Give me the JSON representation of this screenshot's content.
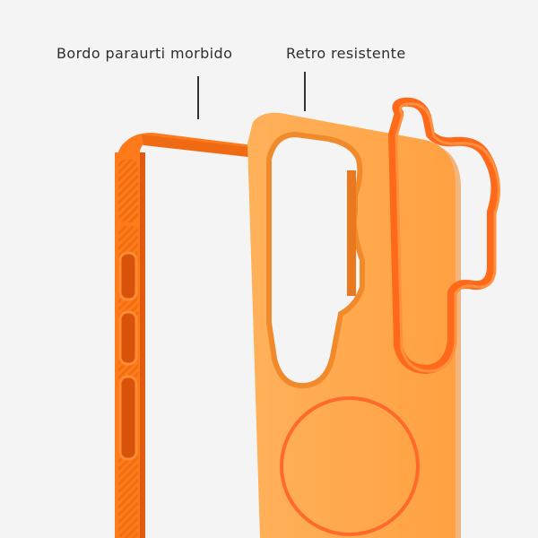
{
  "labels": {
    "bumper": "Bordo paraurti morbido",
    "back": "Retro resistente"
  },
  "colors": {
    "background": "#f4f4f4",
    "bumper_orange": "#ff7a1a",
    "bumper_shadow": "#e05a10",
    "back_orange": "#ffa54a",
    "back_shadow": "#f08a2a",
    "ring_orange": "#ff6a1a",
    "magsafe_ring": "#ff6a2a",
    "text": "#2e2e2e"
  },
  "icons": {
    "leader_lines": "thin vertical leader lines"
  }
}
